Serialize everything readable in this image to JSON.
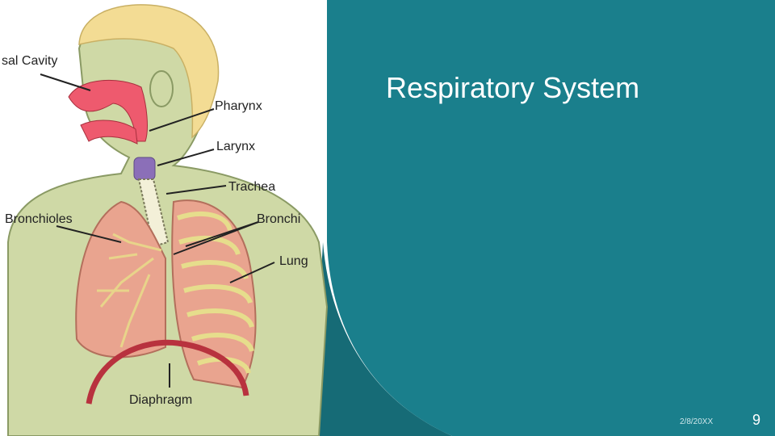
{
  "slide": {
    "title": "Respiratory System",
    "date": "2/8/20XX",
    "page_number": "9"
  },
  "diagram": {
    "labels": {
      "nasal_cavity": "sal Cavity",
      "pharynx": "Pharynx",
      "larynx": "Larynx",
      "trachea": "Trachea",
      "bronchioles": "Bronchioles",
      "bronchi": "Bronchi",
      "lung": "Lung",
      "diaphragm": "Diaphragm"
    }
  },
  "colors": {
    "teal": "#1a7f8c",
    "dark_teal": "#166b76",
    "skin": "#cfd9a6",
    "hair": "#f3dc94",
    "airway": "#ee5a6e",
    "lung": "#e9a48f",
    "diaphragm": "#b8323e"
  }
}
